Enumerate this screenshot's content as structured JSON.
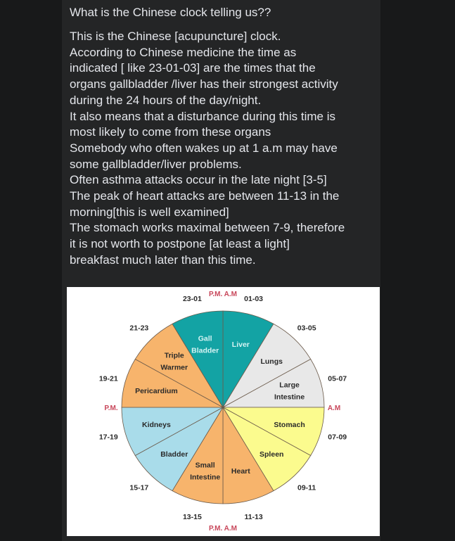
{
  "post": {
    "title": "What is the Chinese clock telling us??",
    "lines": [
      "This is the Chinese [acupuncture] clock.",
      "According to Chinese medicine the time as",
      "indicated [ like 23-01-03] are the times that the",
      "organs gallbladder /liver has their strongest activity",
      "during the 24 hours of the day/night.",
      "It also means that a disturbance during this time is",
      "most likely to come from these organs",
      "Somebody who often wakes up at 1 a.m may have",
      "some gallbladder/liver problems.",
      "Often asthma attacks occur in the late night [3-5]",
      "The peak of heart attacks are between 11-13 in the",
      "morning[this is well examined]",
      "The stomach works maximal between 7-9, therefore",
      "it is not worth to postpone [at least a light]",
      "breakfast much later than this time."
    ]
  },
  "clock": {
    "top_label": "P.M. A.M",
    "bottom_label": "P.M. A.M",
    "left_label": "P.M.",
    "right_label": "A.M",
    "segments": [
      {
        "organ": [
          "Liver"
        ],
        "time": "01-03",
        "color": "#13a3a4",
        "text_color": "#d6f3f3"
      },
      {
        "organ": [
          "Lungs"
        ],
        "time": "03-05",
        "color": "#e8e8e8",
        "text_color": "#2a2a2a"
      },
      {
        "organ": [
          "Large",
          "Intestine"
        ],
        "time": "05-07",
        "color": "#e8e8e8",
        "text_color": "#2a2a2a"
      },
      {
        "organ": [
          "Stomach"
        ],
        "time": "07-09",
        "color": "#fbfb8e",
        "text_color": "#2a2a2a"
      },
      {
        "organ": [
          "Spleen"
        ],
        "time": "09-11",
        "color": "#fbfb8e",
        "text_color": "#2a2a2a"
      },
      {
        "organ": [
          "Heart"
        ],
        "time": "11-13",
        "color": "#f7b46c",
        "text_color": "#2a2a2a"
      },
      {
        "organ": [
          "Small",
          "Intestine"
        ],
        "time": "13-15",
        "color": "#f7b46c",
        "text_color": "#2a2a2a"
      },
      {
        "organ": [
          "Bladder"
        ],
        "time": "15-17",
        "color": "#a9dcea",
        "text_color": "#2a2a2a"
      },
      {
        "organ": [
          "Kidneys"
        ],
        "time": "17-19",
        "color": "#a9dcea",
        "text_color": "#2a2a2a"
      },
      {
        "organ": [
          "Pericardium"
        ],
        "time": "19-21",
        "color": "#f7b46c",
        "text_color": "#2a2a2a"
      },
      {
        "organ": [
          "Triple",
          "Warmer"
        ],
        "time": "21-23",
        "color": "#f7b46c",
        "text_color": "#2a2a2a"
      },
      {
        "organ": [
          "Gall",
          "Bladder"
        ],
        "time": "23-01",
        "color": "#13a3a4",
        "text_color": "#d6f3f3"
      }
    ],
    "accent_color": "#c8465a"
  }
}
